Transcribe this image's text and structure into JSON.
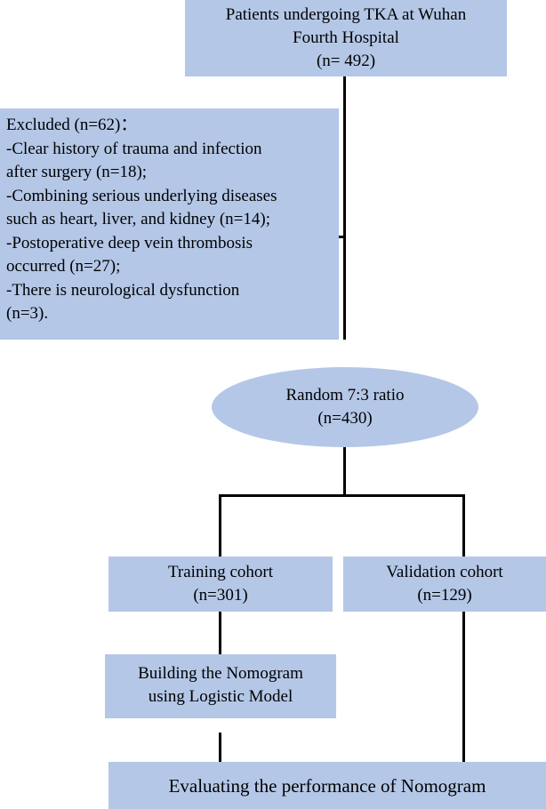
{
  "colors": {
    "box_fill": "#b4c7e7",
    "connector": "#000000"
  },
  "nodes": {
    "patients": {
      "lines": [
        "Patients undergoing TKA at Wuhan",
        "Fourth Hospital",
        "(n= 492)"
      ]
    },
    "excluded": {
      "lines": [
        "Excluded (n=62)：",
        "-Clear history of trauma and infection",
        "after surgery (n=18);",
        "-Combining serious underlying diseases",
        "such as heart, liver, and kidney (n=14);",
        "-Postoperative deep vein thrombosis",
        "occurred (n=27);",
        "-There is neurological dysfunction",
        "(n=3)."
      ]
    },
    "random": {
      "lines": [
        "Random 7:3 ratio",
        "(n=430)"
      ]
    },
    "training": {
      "lines": [
        "Training cohort",
        "(n=301)"
      ]
    },
    "validation": {
      "lines": [
        "Validation cohort",
        "(n=129)"
      ]
    },
    "nomogram": {
      "lines": [
        "Building the Nomogram",
        "using Logistic Model"
      ]
    },
    "evaluate": {
      "lines": [
        "Evaluating the performance of Nomogram"
      ]
    }
  }
}
